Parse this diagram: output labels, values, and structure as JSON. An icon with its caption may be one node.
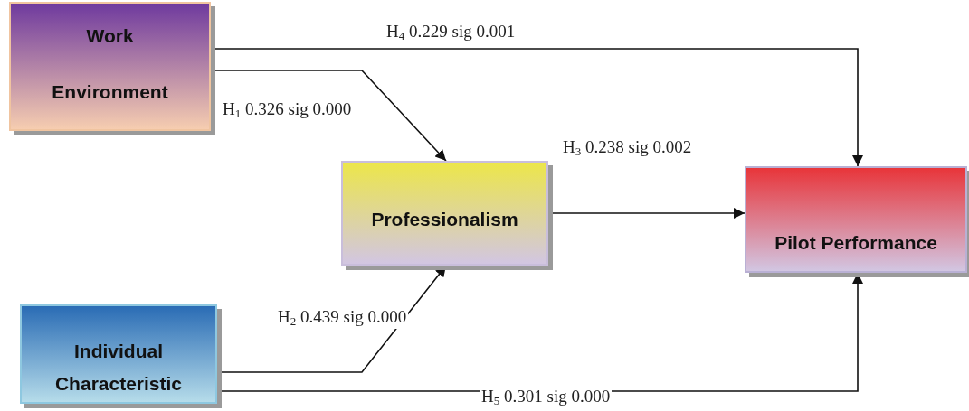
{
  "diagram": {
    "nodes": [
      {
        "text": [
          "Work Environment"
        ]
      },
      {
        "text": [
          "Professionalism"
        ]
      },
      {
        "text": [
          "Pilot Performance"
        ]
      },
      {
        "text": [
          "Individual Characteristic"
        ]
      }
    ],
    "edges": [
      {
        "from": 0,
        "to": 2,
        "arrow": "to",
        "label": "H$_{4}$  0.229 sig 0.001"
      },
      {
        "from": 0,
        "to": 1,
        "arrow": "to",
        "label": "H$_{1}$  0.326 sig 0.000"
      },
      {
        "from": 1,
        "to": 2,
        "arrow": "to",
        "label": "H$_{3}$ 0.238 sig 0.002"
      },
      {
        "from": 3,
        "to": 1,
        "arrow": "to",
        "label": "H$_{2}$  0.439 sig 0.000"
      },
      {
        "from": 3,
        "to": 2,
        "arrow": "to",
        "label": "H$_{5}$ 0.301 sig 0.000"
      }
    ]
  }
}
